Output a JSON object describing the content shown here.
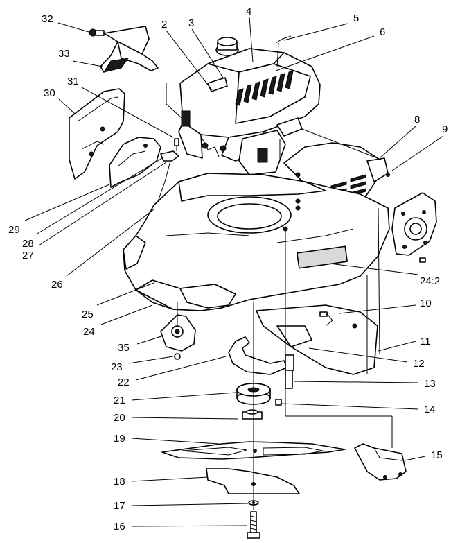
{
  "labels": {
    "l2": "2",
    "l3": "3",
    "l4": "4",
    "l5": "5",
    "l6": "6",
    "l8": "8",
    "l9": "9",
    "l10": "10",
    "l11": "11",
    "l12": "12",
    "l13": "13",
    "l14": "14",
    "l15": "15",
    "l16": "16",
    "l17": "17",
    "l18": "18",
    "l19": "19",
    "l20": "20",
    "l21": "21",
    "l22": "22",
    "l23": "23",
    "l24": "24",
    "l24_2": "24:2",
    "l25": "25",
    "l26": "26",
    "l27": "27",
    "l28": "28",
    "l29": "29",
    "l30": "30",
    "l31": "31",
    "l32": "32",
    "l33": "33",
    "l35": "35"
  },
  "colors": {
    "line": "#000000",
    "background": "#ffffff",
    "shade": "#d9d9d9"
  }
}
